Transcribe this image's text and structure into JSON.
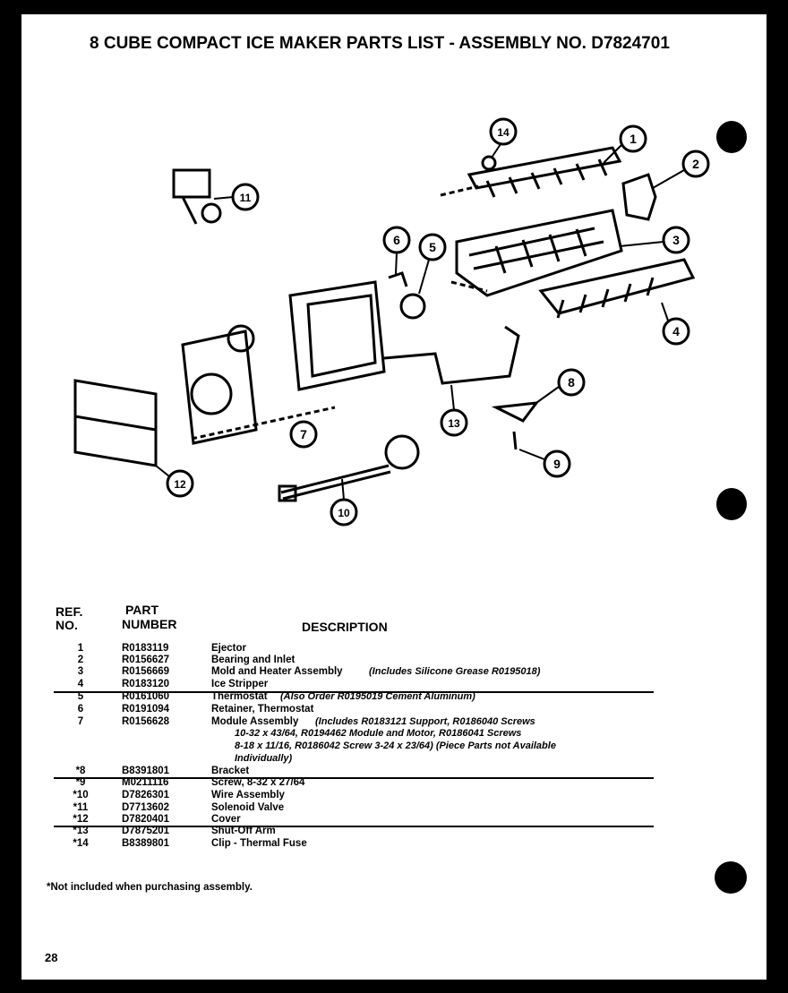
{
  "title": "8 CUBE COMPACT ICE MAKER PARTS LIST - ASSEMBLY NO. D7824701",
  "columns": {
    "ref_line1": "REF.",
    "ref_line2": "NO.",
    "part_line1": "PART",
    "part_line2": "NUMBER",
    "description": "DESCRIPTION"
  },
  "parts": [
    {
      "ref": "1",
      "part": "R0183119",
      "desc": "Ejector",
      "note": ""
    },
    {
      "ref": "2",
      "part": "R0156627",
      "desc": "Bearing and Inlet",
      "note": ""
    },
    {
      "ref": "3",
      "part": "R0156669",
      "desc": "Mold and Heater Assembly",
      "note": "(Includes Silicone Grease  R0195018)"
    },
    {
      "ref": "4",
      "part": "R0183120",
      "desc": "Ice Stripper",
      "note": ""
    },
    {
      "ref": "5",
      "part": "R0161060",
      "desc": "Thermostat",
      "note": "(Also Order R0195019 Cement Aluminum)"
    },
    {
      "ref": "6",
      "part": "R0191094",
      "desc": "Retainer, Thermostat",
      "note": ""
    },
    {
      "ref": "7",
      "part": "R0156628",
      "desc": "Module Assembly",
      "note": "(Includes R0183121 Support, R0186040 Screws"
    },
    {
      "ref": "*8",
      "part": "B8391801",
      "desc": "Bracket",
      "note": ""
    },
    {
      "ref": "*9",
      "part": "M0211116",
      "desc": "Screw, 8-32 x 27/64",
      "note": ""
    },
    {
      "ref": "*10",
      "part": "D7826301",
      "desc": "Wire Assembly",
      "note": ""
    },
    {
      "ref": "*11",
      "part": "D7713602",
      "desc": "Solenoid Valve",
      "note": ""
    },
    {
      "ref": "*12",
      "part": "D7820401",
      "desc": "Cover",
      "note": ""
    },
    {
      "ref": "*13",
      "part": "D7875201",
      "desc": "Shut-Off Arm",
      "note": ""
    },
    {
      "ref": "*14",
      "part": "B8389801",
      "desc": "Clip - Thermal Fuse",
      "note": ""
    }
  ],
  "module_note_lines": [
    "10-32 x 43/64, R0194462 Module and Motor, R0186041 Screws",
    "8-18 x 11/16, R0186042 Screw 3-24 x 23/64)  (Piece Parts not Available",
    "Individually)"
  ],
  "footnote": "*Not included when purchasing assembly.",
  "page_number": "28",
  "callouts": [
    "1",
    "2",
    "3",
    "4",
    "5",
    "6",
    "7",
    "8",
    "9",
    "10",
    "11",
    "12",
    "13",
    "14"
  ]
}
